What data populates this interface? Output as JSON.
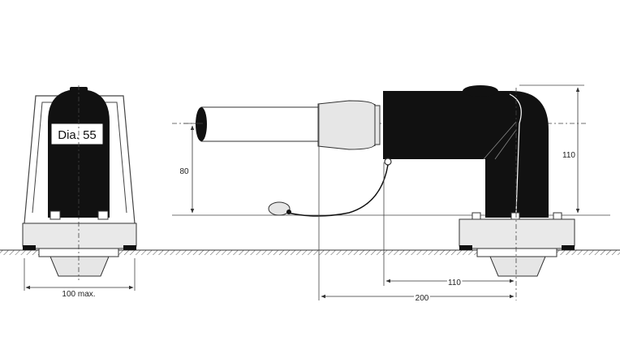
{
  "labels": {
    "diameter": "Dia. 55",
    "width_max": "100 max.",
    "height_axis": "80",
    "height_total": "110",
    "length_unit": "110",
    "length_total": "200"
  },
  "colors": {
    "body": "#111111",
    "line": "#333333",
    "light_fill": "#e6e6e6",
    "paper": "#ffffff"
  }
}
